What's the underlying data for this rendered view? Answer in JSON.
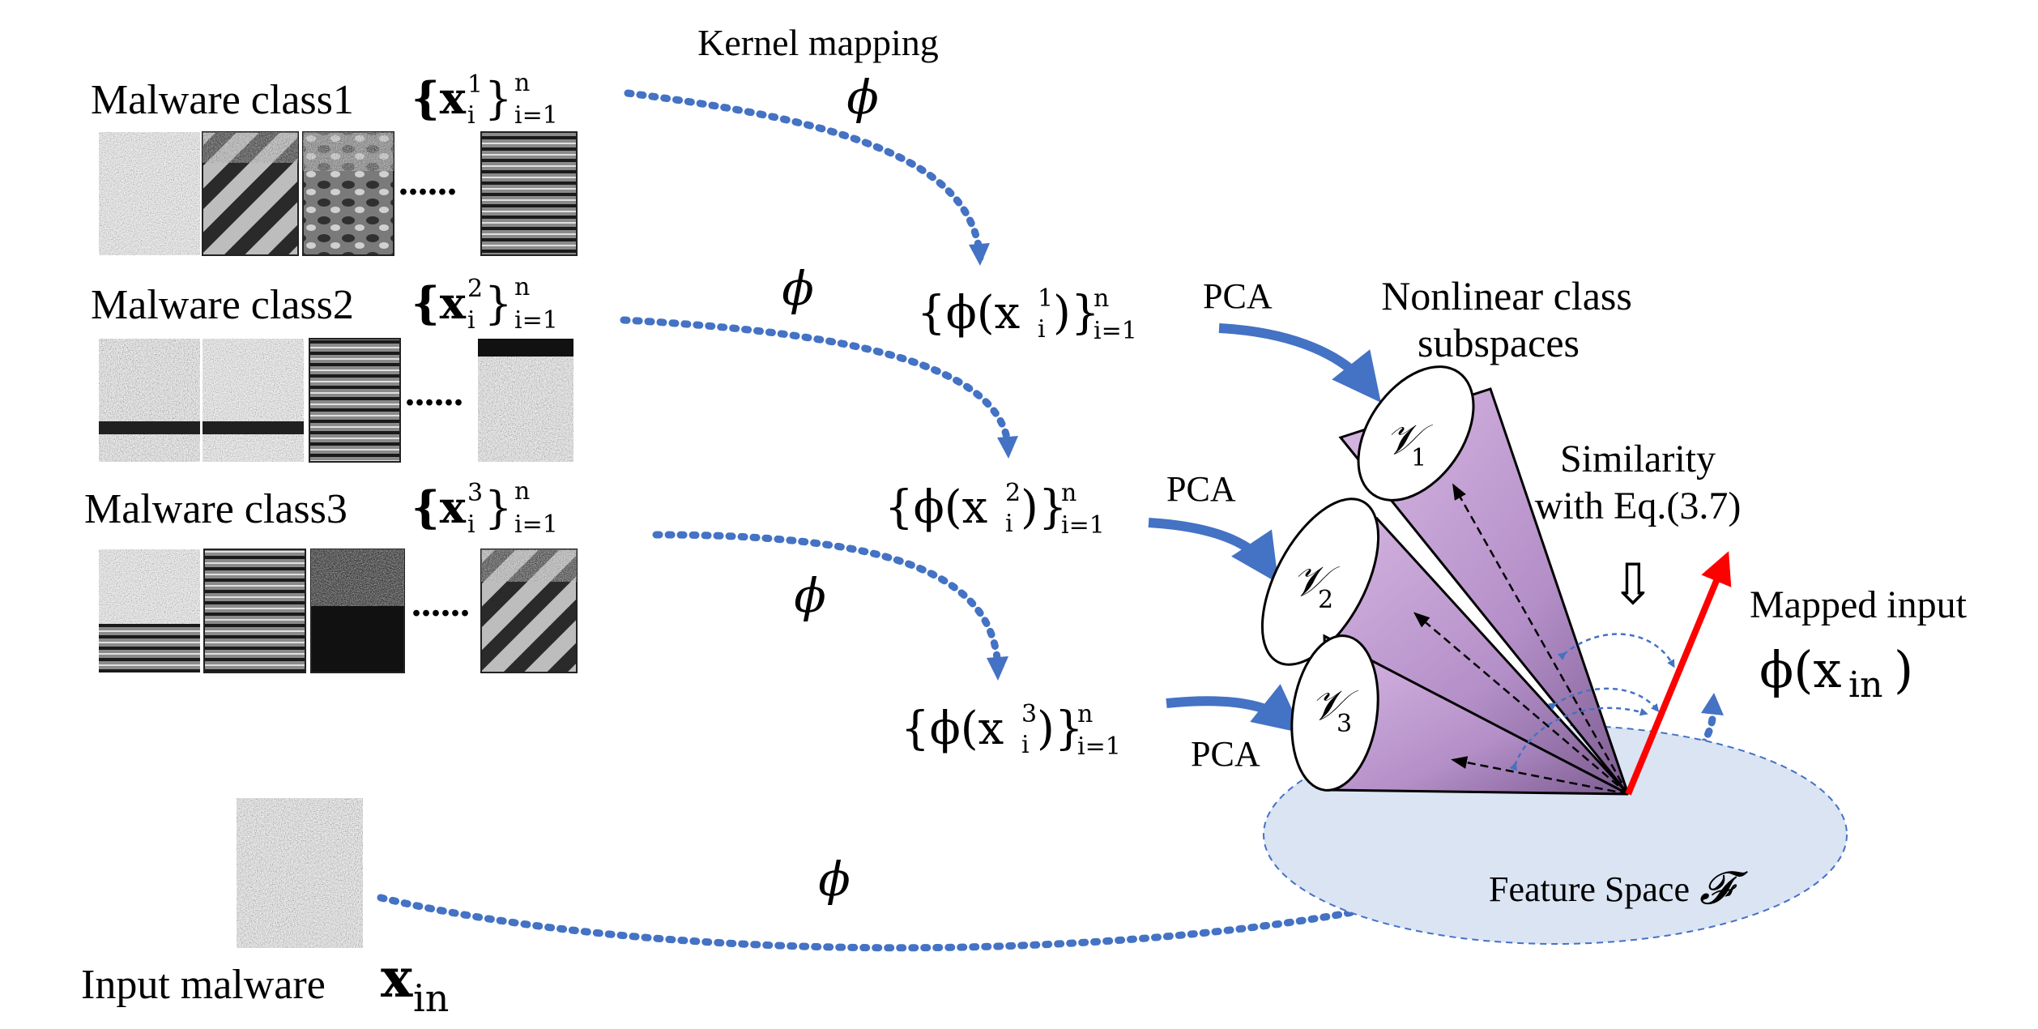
{
  "kernel_mapping_label": "Kernel mapping",
  "phi_symbol": "ϕ",
  "pca_label": "PCA",
  "ellipsis": "......",
  "classes": [
    {
      "title": "Malware class1",
      "set_base": "{x",
      "set_sub": "i",
      "set_sup": "1",
      "set_close": "}",
      "set_range_sup": "n",
      "set_range_sub": "i=1",
      "mapped_open": "{ϕ(x",
      "mapped_close": ")}"
    },
    {
      "title": "Malware class2",
      "set_base": "{x",
      "set_sub": "i",
      "set_sup": "2",
      "set_close": "}",
      "set_range_sup": "n",
      "set_range_sub": "i=1",
      "mapped_open": "{ϕ(x",
      "mapped_close": ")}"
    },
    {
      "title": "Malware class3",
      "set_base": "{x",
      "set_sub": "i",
      "set_sup": "3",
      "set_close": "}",
      "set_range_sup": "n",
      "set_range_sub": "i=1",
      "mapped_open": "{ϕ(x",
      "mapped_close": ")}"
    }
  ],
  "subspaces_title_line1": "Nonlinear class",
  "subspaces_title_line2": "subspaces",
  "subspace_labels": [
    {
      "letter": "𝒱",
      "sub": "1"
    },
    {
      "letter": "𝒱",
      "sub": "2"
    },
    {
      "letter": "𝒱",
      "sub": "3"
    }
  ],
  "similarity_line1": "Similarity",
  "similarity_line2": "with Eq.(3.7)",
  "down_arrow_glyph": "⇩",
  "mapped_input_label": "Mapped input",
  "mapped_input_math_open": "ϕ(x",
  "mapped_input_math_sub": "in",
  "mapped_input_math_close": ")",
  "feature_space_label": "Feature Space",
  "feature_space_symbol": "𝓕",
  "input_label": "Input malware",
  "input_symbol": "x",
  "input_symbol_sub": "in",
  "colors": {
    "flow_blue": "#4472c4",
    "cone_fill": "#c9a8d8",
    "feature_space_fill": "#dbe4f3",
    "mapped_arrow": "#ff0000"
  }
}
